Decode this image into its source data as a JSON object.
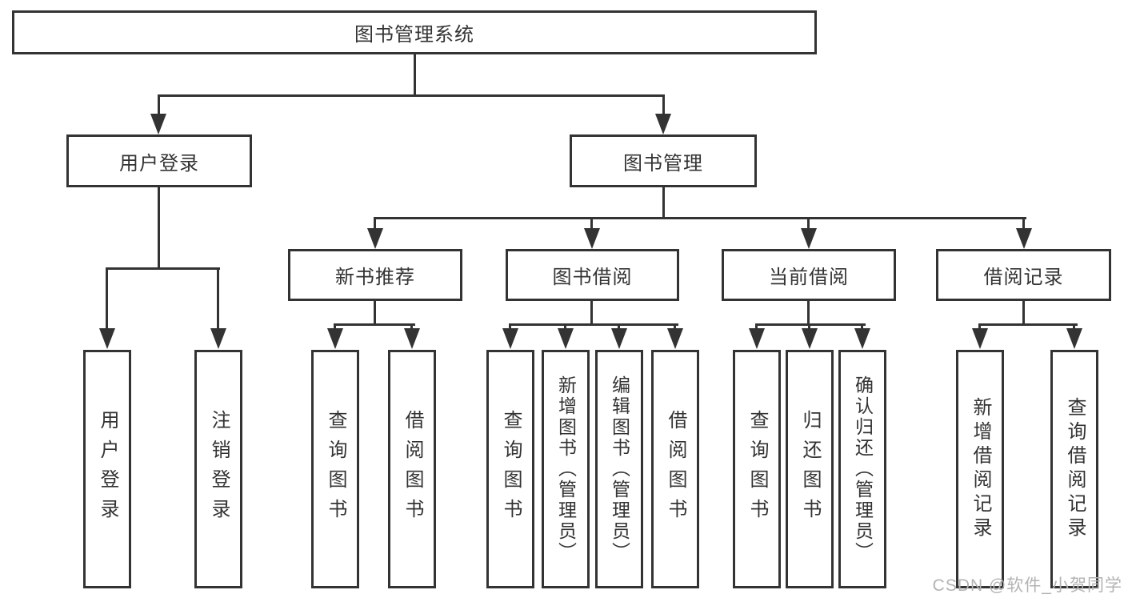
{
  "diagram": {
    "root": {
      "label": "图书管理系统"
    },
    "level2": [
      {
        "label": "用户登录"
      },
      {
        "label": "图书管理"
      }
    ],
    "level3": [
      {
        "label": "新书推荐",
        "parent": "图书管理"
      },
      {
        "label": "图书借阅",
        "parent": "图书管理"
      },
      {
        "label": "当前借阅",
        "parent": "图书管理"
      },
      {
        "label": "借阅记录",
        "parent": "图书管理"
      }
    ],
    "leaves": [
      {
        "label": "用户登录",
        "parent": "用户登录"
      },
      {
        "label": "注销登录",
        "parent": "用户登录"
      },
      {
        "label": "查询图书",
        "parent": "新书推荐"
      },
      {
        "label": "借阅图书",
        "parent": "新书推荐"
      },
      {
        "label": "查询图书",
        "parent": "图书借阅"
      },
      {
        "label": "新增图书（管理员）",
        "parent": "图书借阅"
      },
      {
        "label": "编辑图书（管理员）",
        "parent": "图书借阅"
      },
      {
        "label": "借阅图书",
        "parent": "图书借阅"
      },
      {
        "label": "查询图书",
        "parent": "当前借阅"
      },
      {
        "label": "归还图书",
        "parent": "当前借阅"
      },
      {
        "label": "确认归还（管理员）",
        "parent": "当前借阅"
      },
      {
        "label": "新增借阅记录",
        "parent": "借阅记录"
      },
      {
        "label": "查询借阅记录",
        "parent": "借阅记录"
      }
    ],
    "watermark": "CSDN @软件_小贺同学",
    "colors": {
      "line": "#333333",
      "text": "#333333",
      "watermark": "#b3b3b3",
      "background": "#ffffff"
    }
  }
}
